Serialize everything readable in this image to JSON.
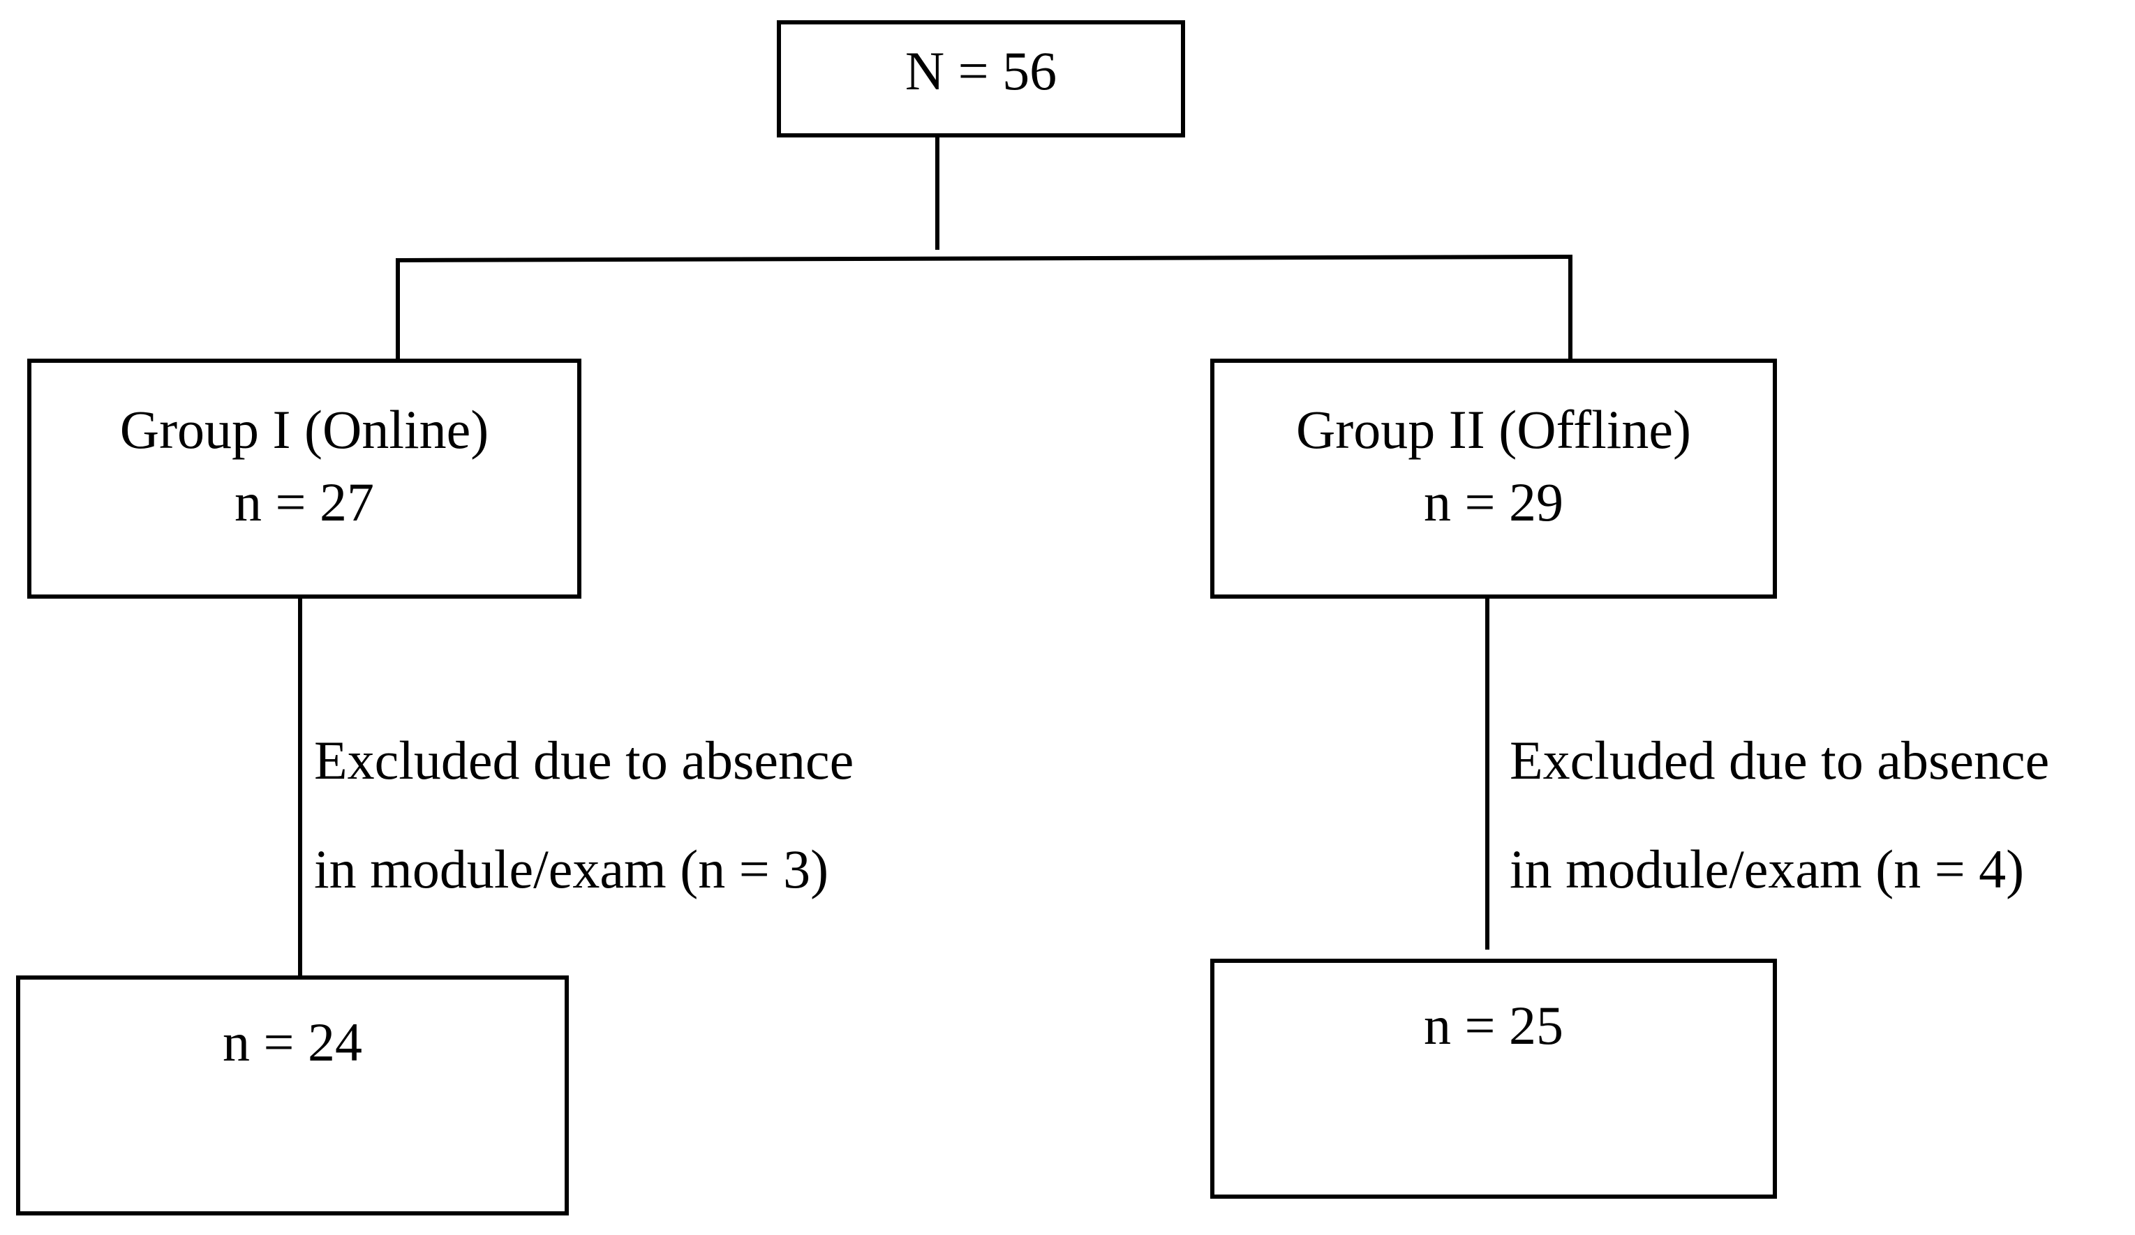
{
  "total": {
    "label": "N = 56"
  },
  "groups": [
    {
      "title": "Group I (Online)",
      "count": "n = 27",
      "exclusion": [
        "Excluded due to absence",
        "in module/exam (n = 3)"
      ],
      "final": "n = 24"
    },
    {
      "title": "Group II (Offline)",
      "count": "n = 29",
      "exclusion": [
        "Excluded due to absence",
        "in module/exam (n = 4)"
      ],
      "final": "n = 25"
    }
  ]
}
